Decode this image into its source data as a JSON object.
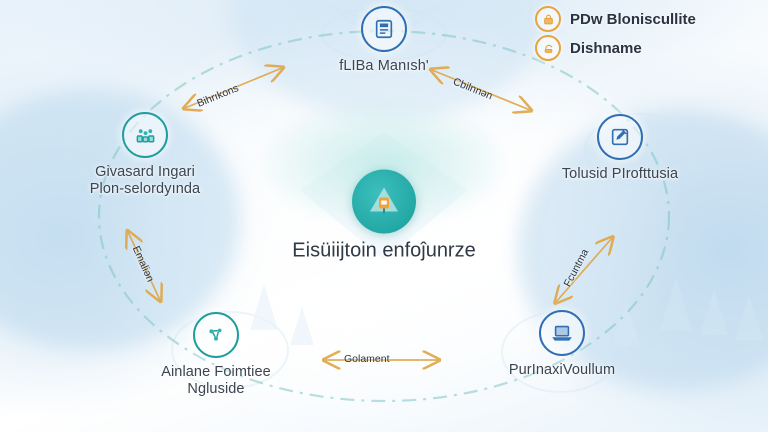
{
  "diagram": {
    "center": {
      "title": "Eisüiijtoin enfoĵunrze",
      "icon": "home-triangle-icon"
    },
    "nodes": [
      {
        "id": "top",
        "icon": "document-clipboard-icon",
        "accent": "#2f6fb5",
        "lines": [
          "fLIBa Manısh'"
        ]
      },
      {
        "id": "upper-right",
        "icon": "edit-square-icon",
        "accent": "#2f6fb5",
        "lines": [
          "Tolusid PIrofttusia"
        ]
      },
      {
        "id": "lower-right",
        "icon": "laptop-icon",
        "accent": "#2f6fb5",
        "lines": [
          "PurInaxiVoullum"
        ]
      },
      {
        "id": "lower-left",
        "icon": "molecule-icon",
        "accent": "#1f9e9e",
        "lines": [
          "Ainlane Foimtiee",
          "Ngluside"
        ]
      },
      {
        "id": "upper-left",
        "icon": "people-group-icon",
        "accent": "#1f9e9e",
        "lines": [
          "Givasard Ingari",
          "Plon-selordyında"
        ]
      }
    ],
    "connectors": [
      {
        "id": "top-left",
        "label": "Bihrıkons"
      },
      {
        "id": "top-right",
        "label": "Cbilnnən"
      },
      {
        "id": "left-down",
        "label": "Emaliən"
      },
      {
        "id": "right-down",
        "label": "Fcuntma"
      },
      {
        "id": "bottom",
        "label": "Golament"
      }
    ]
  },
  "legend": {
    "items": [
      {
        "icon": "badge-lock-icon",
        "label": "PDw Bloniscullite"
      },
      {
        "icon": "badge-swirl-icon",
        "label": "Dishname"
      }
    ]
  },
  "colors": {
    "arrow": "#e0a94e",
    "ring": "#7fc4c2",
    "node_blue": "#2f6fb5",
    "node_teal": "#1f9e9e",
    "center_teal": "#23a8a6",
    "legend_orange": "#e8a33d",
    "text": "#3b4450"
  }
}
